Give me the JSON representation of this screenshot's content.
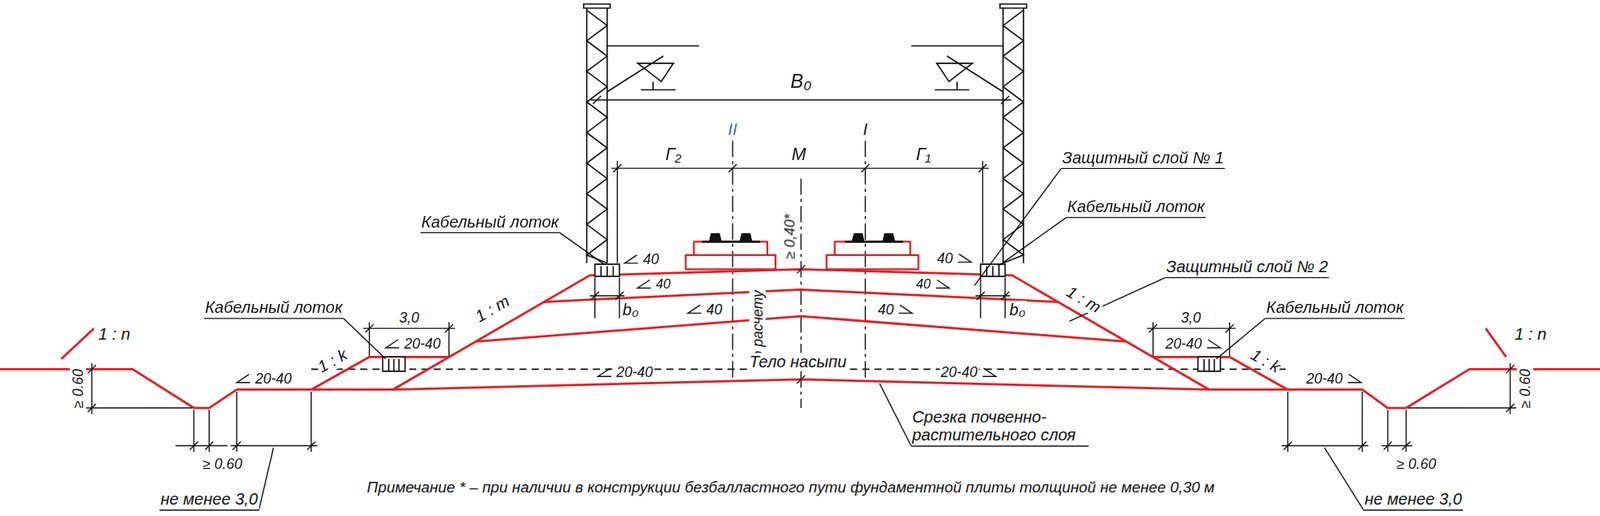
{
  "diagram": {
    "labels": [
      "B₀",
      "II",
      "I",
      "Г₂",
      "М",
      "Г₁",
      "Защитный слой № 1",
      "Кабельный лоток",
      "≥ 0,40*",
      "Кабельный лоток",
      "40",
      "40",
      "40",
      "40",
      "Защитный слой № 2",
      "по расчету",
      "b₀",
      "b₀",
      "Кабельный лоток",
      "3,0",
      "Кабельный лоток",
      "3,0",
      "1 : m",
      "1 : m",
      "40",
      "40",
      "1 : n",
      "1 : n",
      "20-40",
      "20-40",
      "1 : k",
      "1 : k",
      "Тело насыпи",
      "20-40",
      "20-40",
      "20-40",
      "20-40",
      "≥ 0.60",
      "≥ 0.60",
      "Срезка почвенно-растительного слоя",
      "≥ 0.60",
      "≥ 0.60",
      "не менее 3,0",
      "не менее 3,0",
      "Примечание * – при наличии в конструкции безбалластного пути фундаментной плиты толщиной не менее 0,30 м"
    ]
  }
}
